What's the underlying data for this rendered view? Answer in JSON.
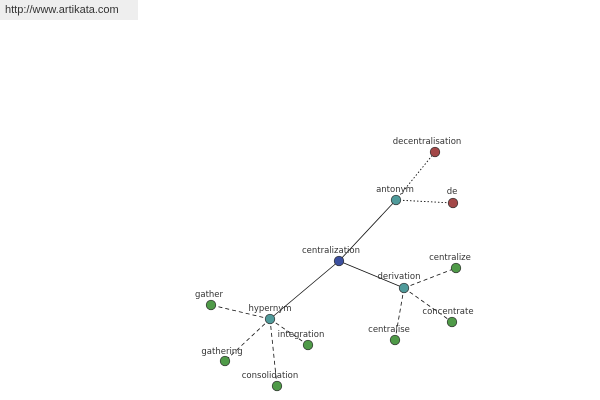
{
  "watermark": {
    "text": "http://www.artikata.com"
  },
  "graph": {
    "nodes": [
      {
        "id": "centralization",
        "label": "centralization",
        "kind": "root"
      },
      {
        "id": "antonym",
        "label": "antonym",
        "kind": "relation"
      },
      {
        "id": "derivation",
        "label": "derivation",
        "kind": "relation"
      },
      {
        "id": "hypernym",
        "label": "hypernym",
        "kind": "relation"
      },
      {
        "id": "decentralisation",
        "label": "decentralisation",
        "kind": "antonym-term"
      },
      {
        "id": "de",
        "label": "de",
        "kind": "antonym-term"
      },
      {
        "id": "centralize",
        "label": "centralize",
        "kind": "term"
      },
      {
        "id": "concentrate",
        "label": "concentrate",
        "kind": "term"
      },
      {
        "id": "centralise",
        "label": "centralise",
        "kind": "term"
      },
      {
        "id": "gather",
        "label": "gather",
        "kind": "term"
      },
      {
        "id": "gathering",
        "label": "gathering",
        "kind": "term"
      },
      {
        "id": "integration",
        "label": "integration",
        "kind": "term"
      },
      {
        "id": "consolidation",
        "label": "consolidation",
        "kind": "term"
      }
    ],
    "edges": [
      {
        "from": "centralization",
        "to": "antonym",
        "style": "solid"
      },
      {
        "from": "centralization",
        "to": "derivation",
        "style": "solid"
      },
      {
        "from": "centralization",
        "to": "hypernym",
        "style": "solid"
      },
      {
        "from": "antonym",
        "to": "decentralisation",
        "style": "dotted"
      },
      {
        "from": "antonym",
        "to": "de",
        "style": "dotted"
      },
      {
        "from": "derivation",
        "to": "centralize",
        "style": "dashed"
      },
      {
        "from": "derivation",
        "to": "concentrate",
        "style": "dashed"
      },
      {
        "from": "derivation",
        "to": "centralise",
        "style": "dashed"
      },
      {
        "from": "hypernym",
        "to": "gather",
        "style": "dashed"
      },
      {
        "from": "hypernym",
        "to": "gathering",
        "style": "dashed"
      },
      {
        "from": "hypernym",
        "to": "integration",
        "style": "dashed"
      },
      {
        "from": "hypernym",
        "to": "consolidation",
        "style": "dashed"
      }
    ],
    "colors": {
      "root": "#3b4f9e",
      "relation": "#4f9a9a",
      "antonym-term": "#a34848",
      "term": "#4f9a48"
    }
  }
}
